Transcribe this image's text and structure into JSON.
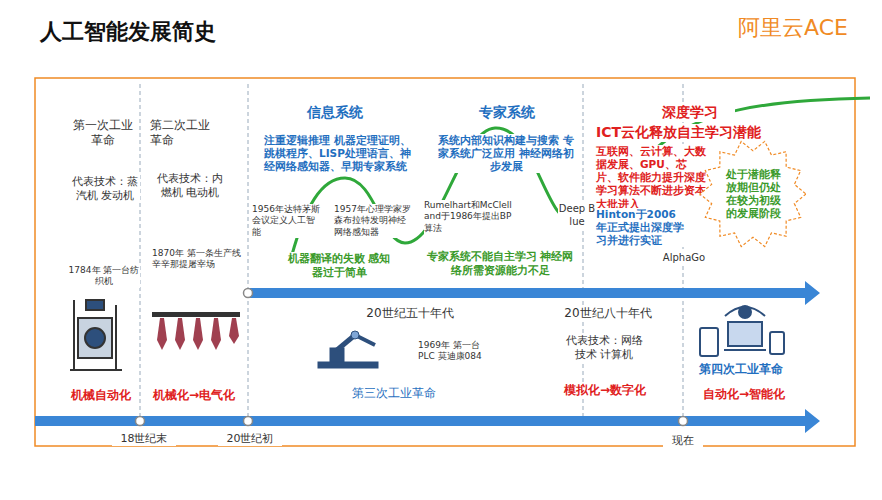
{
  "diagram": {
    "title": "人工智能发展简史",
    "nodes": [
      {
        "text": [
          "处于潜能释放期但仍处在较为初级的发展阶段"
        ]
      }
    ],
    "labels": [
      "第一次工业革命",
      "代表技术：蒸汽机 发动机",
      "1784年 第一台纺织机",
      "机械自动化",
      "第二次工业革命",
      "代表技术：内燃机 电动机",
      "1870年 第一条生产线 辛辛那提屠宰场",
      "机械化→电气化",
      "信息系统",
      "注重逻辑推理 机器定理证明、跳棋程序、LISP处理语言、神经网络感知器、早期专家系统",
      "1956年达特茅斯会议定义人工智能",
      "1957年心理学家罗森布拉特发明神经网络感知器",
      "机器翻译的失败 感知器过于简单",
      "专家系统",
      "系统内部知识构建与搜索 专家系统广泛应用 神经网络初步发展",
      "Rumelhart和McClelland于1986年提出BP算法",
      "专家系统不能自主学习 神经网络所需资源能力不足",
      "Deep Blue",
      "深度学习",
      "ICT云化释放自主学习潜能",
      "互联网、云计算、大数据发展、GPU、芯片、软件能力提升深度学习算法不断进步资本大批进入",
      "Hinton于2006年正式提出深度学习并进行实证",
      "AlphaGo",
      "20世纪五十年代",
      "20世纪八十年代",
      "1969年 第一台PLC 莫迪康084",
      "第三次工业革命",
      "代表技术：网络技术 计算机",
      "模拟化→数字化",
      "第四次工业革命",
      "自动化→智能化",
      "18世纪末",
      "20世纪初",
      "现在",
      "阿里云ACE"
    ]
  }
}
